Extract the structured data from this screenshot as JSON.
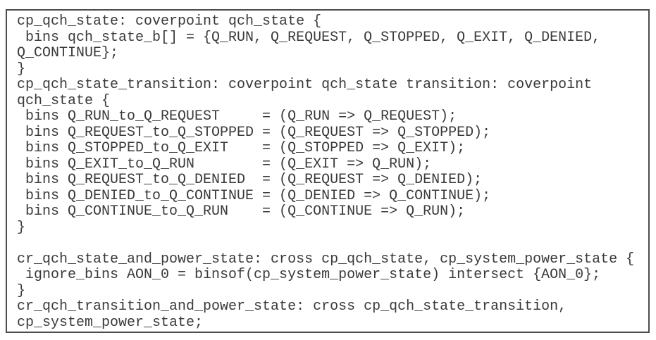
{
  "figure": {
    "background_color": "#ffffff",
    "frame_border_color": "#4c4c4c",
    "text_color": "#3a3a3a",
    "language": "systemverilog"
  },
  "code": {
    "lines": [
      "cp_qch_state: coverpoint qch_state {",
      " bins qch_state_b[] = {Q_RUN, Q_REQUEST, Q_STOPPED, Q_EXIT, Q_DENIED,",
      "Q_CONTINUE};",
      "}",
      "cp_qch_state_transition: coverpoint qch_state transition: coverpoint",
      "qch_state {",
      " bins Q_RUN_to_Q_REQUEST     = (Q_RUN => Q_REQUEST);",
      " bins Q_REQUEST_to_Q_STOPPED = (Q_REQUEST => Q_STOPPED);",
      " bins Q_STOPPED_to_Q_EXIT    = (Q_STOPPED => Q_EXIT);",
      " bins Q_EXIT_to_Q_RUN        = (Q_EXIT => Q_RUN);",
      " bins Q_REQUEST_to_Q_DENIED  = (Q_REQUEST => Q_DENIED);",
      " bins Q_DENIED_to_Q_CONTINUE = (Q_DENIED => Q_CONTINUE);",
      " bins Q_CONTINUE_to_Q_RUN    = (Q_CONTINUE => Q_RUN);",
      "}",
      "",
      "cr_qch_state_and_power_state: cross cp_qch_state, cp_system_power_state {",
      " ignore_bins AON_0 = binsof(cp_system_power_state) intersect {AON_0};",
      "}",
      "cr_qch_transition_and_power_state: cross cp_qch_state_transition,",
      "cp_system_power_state;"
    ]
  }
}
